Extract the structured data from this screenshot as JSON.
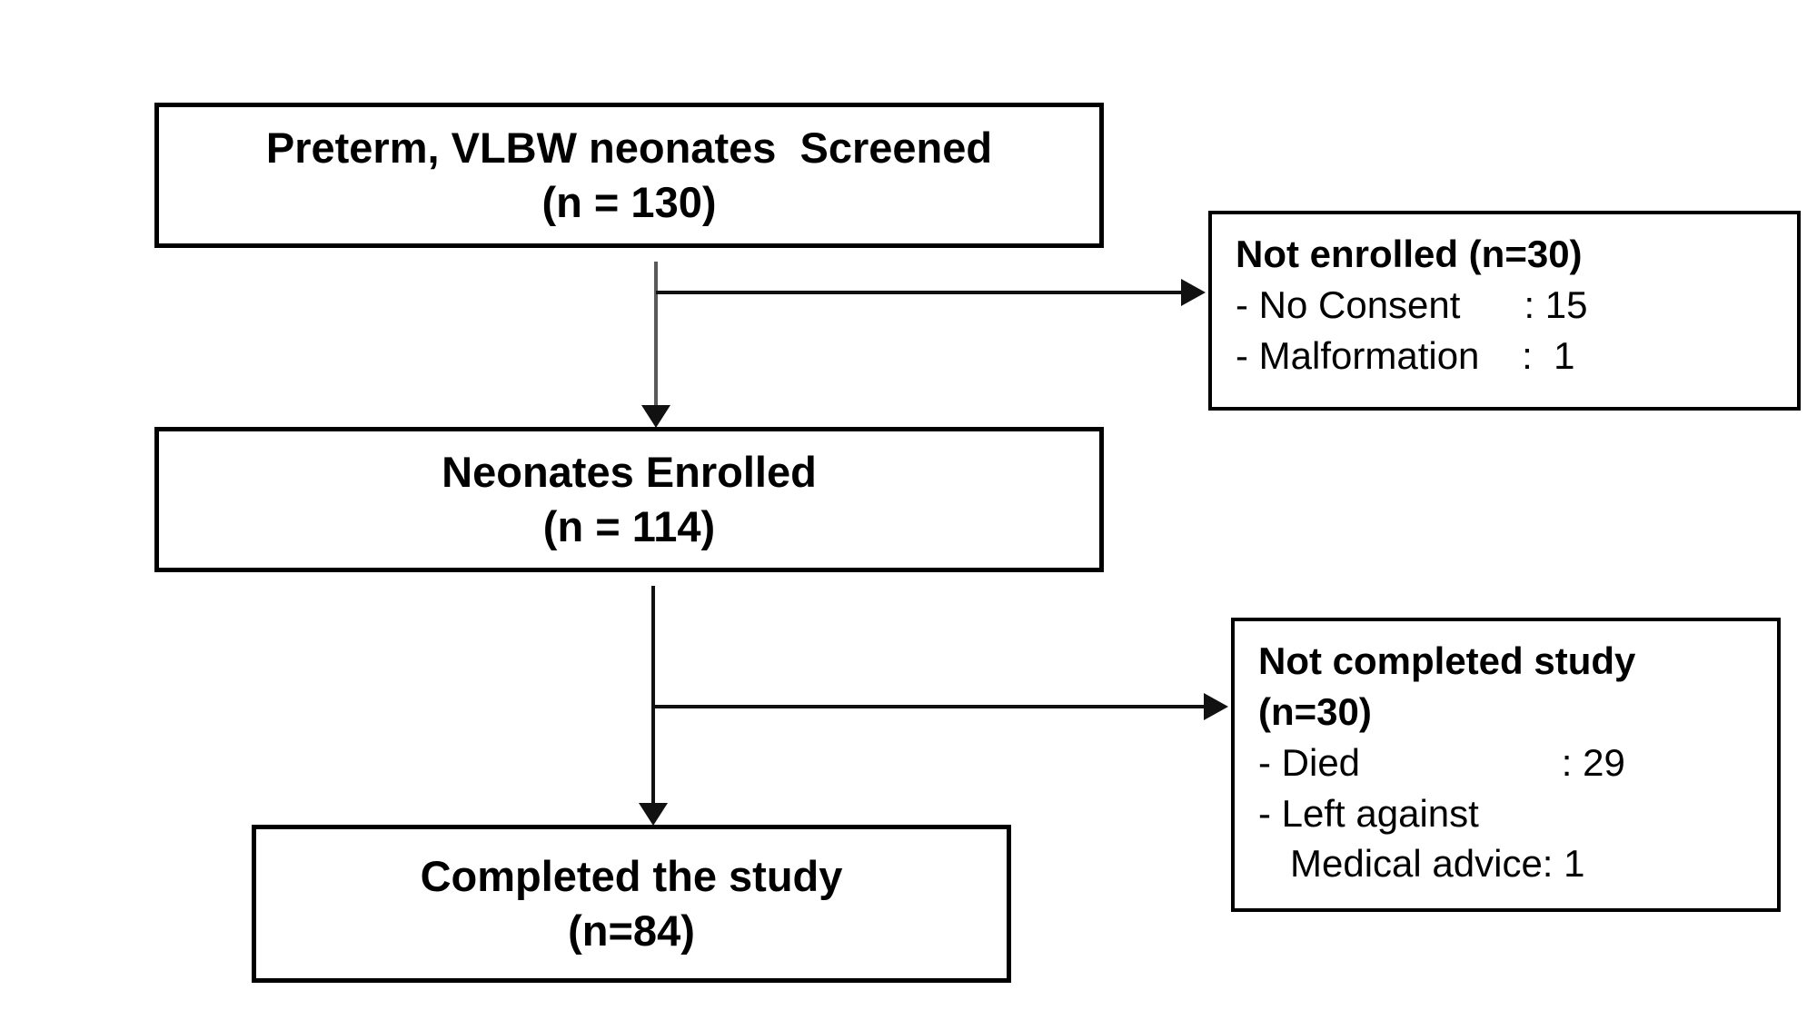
{
  "diagram": {
    "type": "study-flowchart",
    "colors": {
      "box_border": "#000000",
      "text": "#000000",
      "background": "#ffffff",
      "connector": "#111111"
    },
    "boxes": {
      "screened": {
        "line1": "Preterm, VLBW neonates  Screened",
        "line2": "(n = 130)"
      },
      "not_enrolled": {
        "title": "Not enrolled (n=30)",
        "lines": [
          "- No Consent      : 15",
          "- Malformation    :  1"
        ]
      },
      "enrolled": {
        "line1": "Neonates Enrolled",
        "line2": "(n = 114)"
      },
      "not_completed": {
        "title_line1": "Not completed study",
        "title_line2": "(n=30)",
        "lines": [
          "- Died                   : 29",
          "- Left against",
          "   Medical advice: 1"
        ]
      },
      "completed": {
        "line1": "Completed the study",
        "line2": "(n=84)"
      }
    }
  }
}
